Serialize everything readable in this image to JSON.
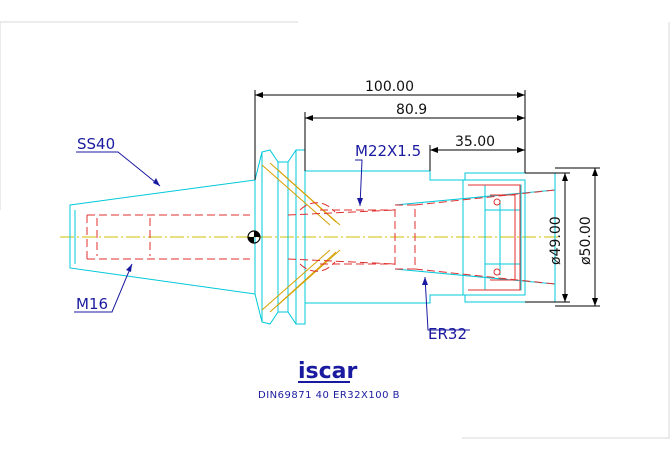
{
  "dimensions": {
    "overall_length": "100.00",
    "length_80": "80.9",
    "length_35": "35.00",
    "dia_49": "ø49.00",
    "dia_50": "ø50.00"
  },
  "callouts": {
    "taper": "SS40",
    "thread_front": "M22X1.5",
    "thread_rear": "M16",
    "collet": "ER32"
  },
  "brand": {
    "logo": "iscar"
  },
  "caption": "DIN69871 40 ER32X100 B"
}
